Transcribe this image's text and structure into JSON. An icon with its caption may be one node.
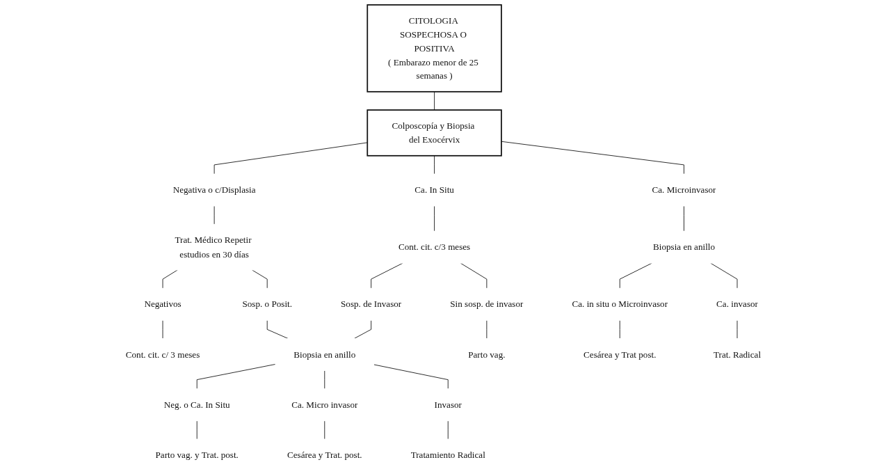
{
  "diagram": {
    "nodes": [
      {
        "text": [
          "CITOLOGIA SOSPECHOSA O POSITIVA",
          "( Embarazo menor de 25 semanas )"
        ]
      },
      {
        "text": [
          "Colposcopía y Biopsia del Exocérvix"
        ]
      },
      {
        "text": [
          "Negativa o c/Displasia"
        ]
      },
      {
        "text": [
          "Ca. In Situ"
        ]
      },
      {
        "text": [
          "Ca. Microinvasor"
        ]
      },
      {
        "text": [
          "Trat. Médico Repetir estudios en 30 días"
        ]
      },
      {
        "text": [
          "Cont. cit. c/3 meses"
        ]
      },
      {
        "text": [
          "Biopsia en anillo"
        ]
      },
      {
        "text": [
          "Negativos"
        ]
      },
      {
        "text": [
          "Sosp. o Posit."
        ]
      },
      {
        "text": [
          "Sosp. de Invasor"
        ]
      },
      {
        "text": [
          "Sin sosp. de invasor"
        ]
      },
      {
        "text": [
          "Ca. in situ o Microinvasor"
        ]
      },
      {
        "text": [
          "Ca. invasor"
        ]
      },
      {
        "text": [
          "Cont. cit. c/ 3 meses"
        ]
      },
      {
        "text": [
          "Biopsia en anillo"
        ]
      },
      {
        "text": [
          "Parto vag."
        ]
      },
      {
        "text": [
          "Cesárea y Trat post."
        ]
      },
      {
        "text": [
          "Trat. Radical"
        ]
      },
      {
        "text": [
          "Neg. o Ca. In Situ"
        ]
      },
      {
        "text": [
          "Ca. Micro invasor"
        ]
      },
      {
        "text": [
          "Invasor"
        ]
      },
      {
        "text": [
          "Parto vag. y Trat. post."
        ]
      },
      {
        "text": [
          "Cesárea y Trat. post."
        ]
      },
      {
        "text": [
          "Tratamiento Radical"
        ]
      }
    ],
    "edges": [
      {
        "from": 0,
        "to": 1,
        "arrow": "none"
      },
      {
        "from": 1,
        "to": 2,
        "arrow": "none"
      },
      {
        "from": 1,
        "to": 3,
        "arrow": "none"
      },
      {
        "from": 1,
        "to": 4,
        "arrow": "none"
      },
      {
        "from": 2,
        "to": 5,
        "arrow": "none"
      },
      {
        "from": 3,
        "to": 6,
        "arrow": "none"
      },
      {
        "from": 4,
        "to": 7,
        "arrow": "none"
      },
      {
        "from": 5,
        "to": 8,
        "arrow": "none"
      },
      {
        "from": 5,
        "to": 9,
        "arrow": "none"
      },
      {
        "from": 6,
        "to": 10,
        "arrow": "none"
      },
      {
        "from": 6,
        "to": 11,
        "arrow": "none"
      },
      {
        "from": 7,
        "to": 12,
        "arrow": "none"
      },
      {
        "from": 7,
        "to": 13,
        "arrow": "none"
      },
      {
        "from": 8,
        "to": 14,
        "arrow": "none"
      },
      {
        "from": 9,
        "to": 15,
        "arrow": "none"
      },
      {
        "from": 10,
        "to": 15,
        "arrow": "none"
      },
      {
        "from": 11,
        "to": 16,
        "arrow": "none"
      },
      {
        "from": 12,
        "to": 17,
        "arrow": "none"
      },
      {
        "from": 13,
        "to": 18,
        "arrow": "none"
      },
      {
        "from": 15,
        "to": 19,
        "arrow": "none"
      },
      {
        "from": 15,
        "to": 20,
        "arrow": "none"
      },
      {
        "from": 15,
        "to": 21,
        "arrow": "none"
      },
      {
        "from": 19,
        "to": 22,
        "arrow": "none"
      },
      {
        "from": 20,
        "to": 23,
        "arrow": "none"
      },
      {
        "from": 21,
        "to": 24,
        "arrow": "none"
      }
    ]
  }
}
